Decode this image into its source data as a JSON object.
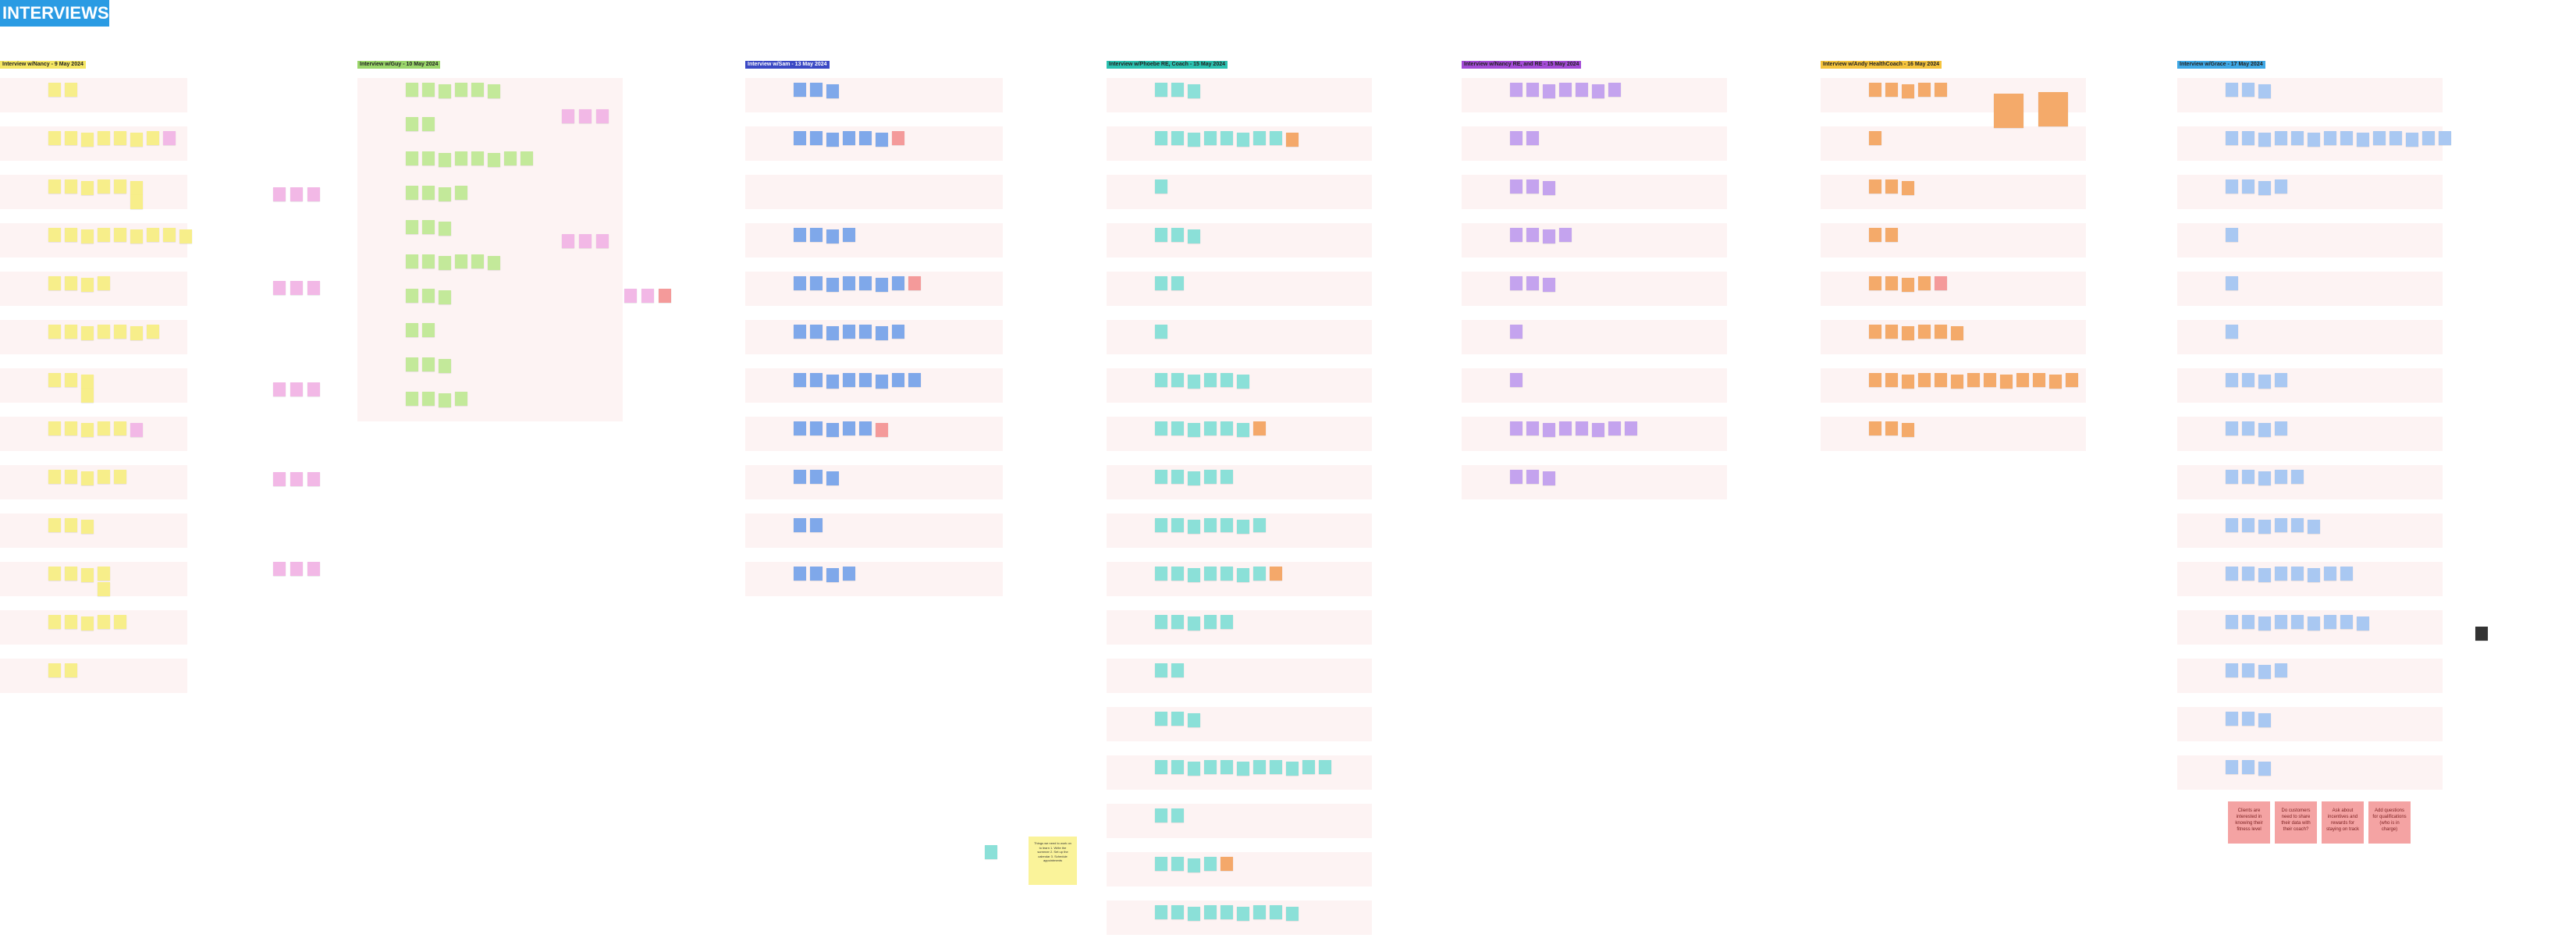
{
  "board": {
    "title": "INTERVIEWS",
    "title_color": "#2a9be3"
  },
  "columns": [
    {
      "key": "c1",
      "label": "Interview w/Nancy - 9 May 2024",
      "color": "#f5e663",
      "sticky_color": "#f7ee8a",
      "alt_color": "#f2b8e6",
      "rows": 13
    },
    {
      "key": "c2",
      "label": "Interview w/Guy - 10 May 2024",
      "color": "#9bd66b",
      "sticky_color": "#c3e99a",
      "alt_color": "#f2b8e6",
      "rows": 10
    },
    {
      "key": "c3",
      "label": "Interview w/Sam - 13 May 2024",
      "color": "#3b49c4",
      "sticky_color": "#7fa8ea",
      "alt_color": "#f49a9a",
      "rows": 11
    },
    {
      "key": "c4",
      "label": "Interview w/Phoebe RE, Coach - 15 May 2024",
      "color": "#2bc1b0",
      "sticky_color": "#8be0d8",
      "alt_color": "#f4a86a",
      "rows": 18
    },
    {
      "key": "c5",
      "label": "Interview w/Nancy RE, and RE - 15 May 2024",
      "color": "#a34bd6",
      "sticky_color": "#c4a3ee",
      "alt_color": "#c4a3ee",
      "rows": 9
    },
    {
      "key": "c6",
      "label": "Interview w/Andy HealthCoach - 16 May 2024",
      "color": "#f5c43d",
      "sticky_color": "#f4aa6a",
      "alt_color": "#f49a9a",
      "rows": 8
    },
    {
      "key": "c7",
      "label": "Interview w/Grace - 17 May 2024",
      "color": "#3fa8e6",
      "sticky_color": "#a9c8f2",
      "alt_color": "#a9c8f2",
      "rows": 15
    }
  ],
  "notes": {
    "yellow_note": "Things we need to work on to learn 1. Write the screener 2. Set up the calendar 3. Schedule appointments",
    "pink_notes": [
      "Clients are interested in knowing their fitness level",
      "Do customers need to share their data with their coach?",
      "Ask about incentives and rewards for staying on track",
      "Add questions for qualifications (who is in charge)"
    ]
  }
}
